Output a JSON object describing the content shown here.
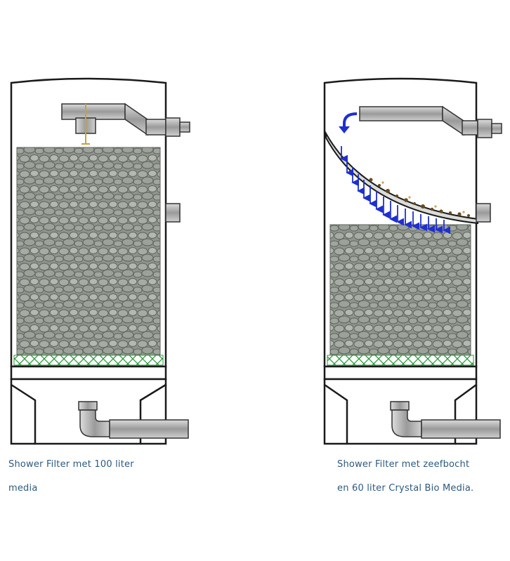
{
  "colors": {
    "text": "#2e5a80",
    "outline": "#1a1a1a",
    "media_fill": "#8f958e",
    "media_stone": "#a8ada6",
    "media_dark": "#5e635c",
    "grid": "#2c9a3c",
    "flow_arrow": "#1e2fd0",
    "debris": "#6b4a1f",
    "pipe": "#b5b5b5"
  },
  "icons": {
    "stone": "stone-shape",
    "flow": "down-arrow-icon",
    "return": "curved-arrow-icon"
  },
  "left_panel": {
    "caption_line1": "Shower Filter met 100 liter",
    "caption_line2": "media"
  },
  "right_panel": {
    "caption_line1": "Shower Filter met zeefbocht",
    "caption_line2": "en 60 liter Crystal Bio Media."
  }
}
